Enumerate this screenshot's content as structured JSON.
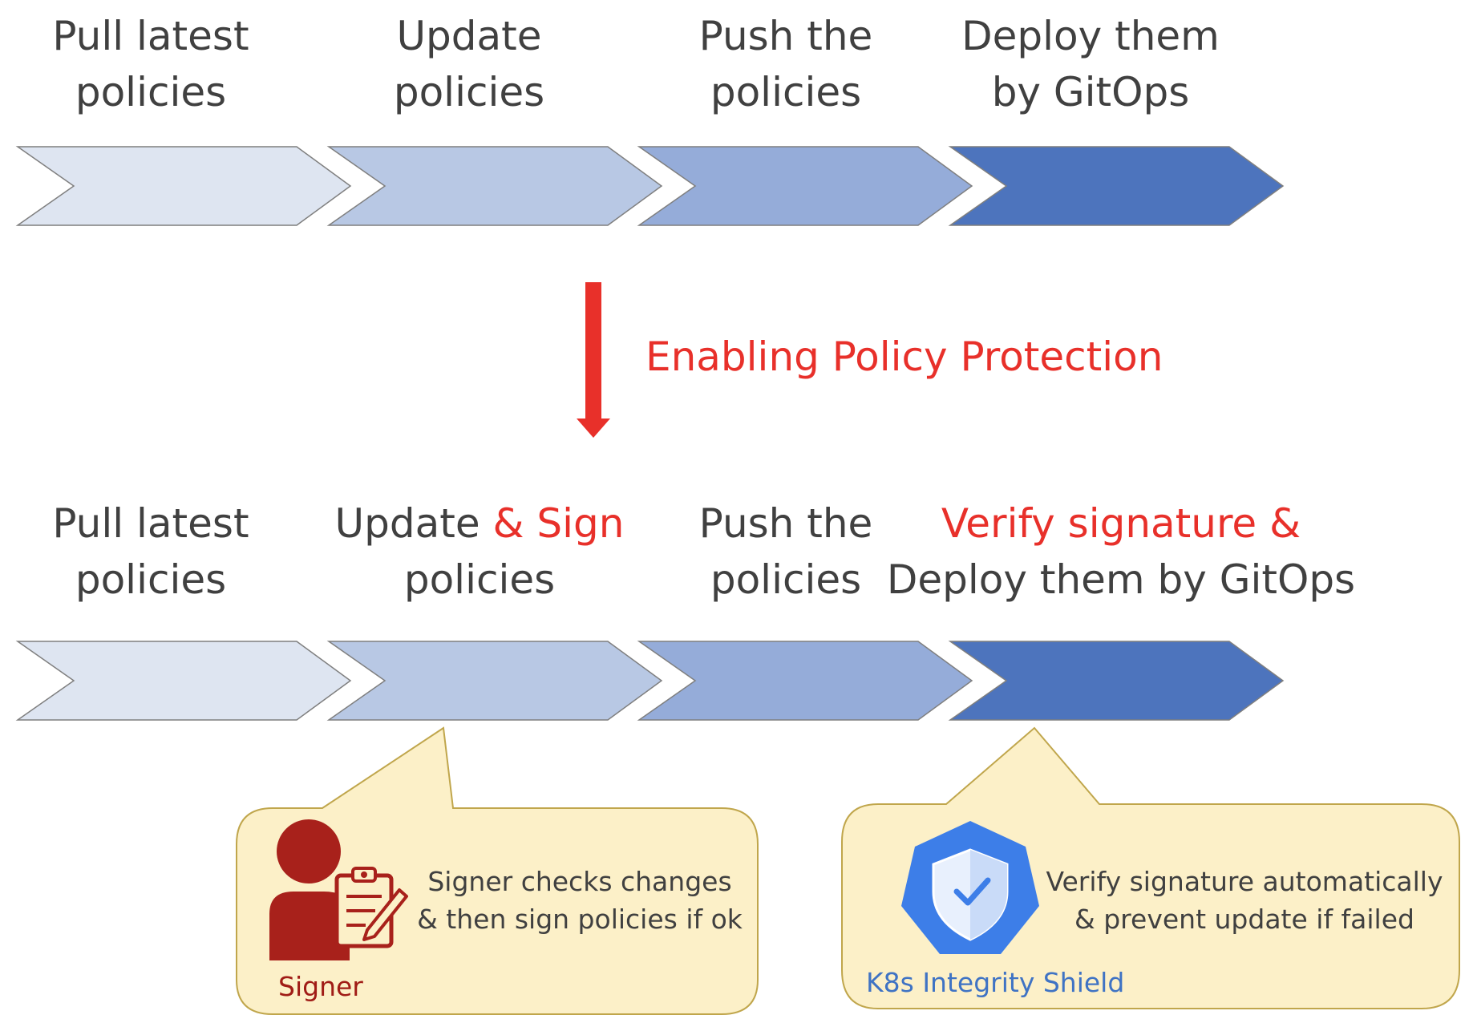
{
  "before": {
    "steps": [
      {
        "line1": "Pull latest",
        "line2": "policies"
      },
      {
        "line1": "Update",
        "line2": "policies"
      },
      {
        "line1": "Push the",
        "line2": "policies"
      },
      {
        "line1": "Deploy them",
        "line2": "by GitOps"
      }
    ]
  },
  "transition": {
    "label": "Enabling Policy Protection"
  },
  "after": {
    "steps": [
      {
        "line1": "Pull latest",
        "line2": "policies"
      },
      {
        "line1_plain": "Update ",
        "line1_accent": "& Sign",
        "line2": "policies"
      },
      {
        "line1": "Push the",
        "line2": "policies"
      },
      {
        "line1_accent": "Verify signature &",
        "line2": "Deploy them by GitOps"
      }
    ]
  },
  "callouts": {
    "signer": {
      "icon": "signer-clipboard-icon",
      "text_line1": "Signer checks changes",
      "text_line2": "& then sign policies if ok",
      "caption": "Signer"
    },
    "shield": {
      "icon": "shield-check-icon",
      "text_line1": "Verify signature automatically",
      "text_line2": "& prevent update if failed",
      "caption": "K8s Integrity Shield"
    }
  },
  "colors": {
    "stage1": "#dee5f1",
    "stage2": "#b8c8e4",
    "stage3": "#95acd9",
    "stage4": "#4d74bd",
    "accent_red": "#e8302a",
    "callout_fill": "#fcf0c8",
    "callout_border": "#c0a64c",
    "signer_red": "#a8211b",
    "shield_blue": "#3d7ee8"
  }
}
